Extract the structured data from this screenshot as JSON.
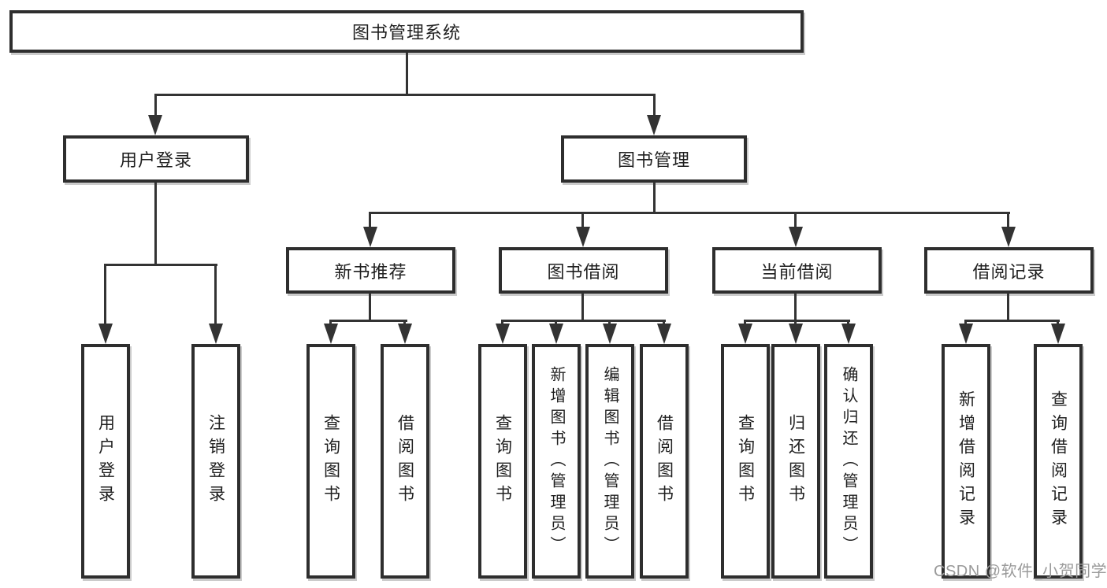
{
  "tree": {
    "root": "图书管理系统",
    "branches": [
      {
        "label": "用户登录",
        "children": [
          {
            "label": "用户登录"
          },
          {
            "label": "注销登录"
          }
        ]
      },
      {
        "label": "图书管理",
        "children": [
          {
            "label": "新书推荐",
            "children": [
              {
                "label": "查询图书"
              },
              {
                "label": "借阅图书"
              }
            ]
          },
          {
            "label": "图书借阅",
            "children": [
              {
                "label": "查询图书"
              },
              {
                "label": "新增图书（管理员）"
              },
              {
                "label": "编辑图书（管理员）"
              },
              {
                "label": "借阅图书"
              }
            ]
          },
          {
            "label": "当前借阅",
            "children": [
              {
                "label": "查询图书"
              },
              {
                "label": "归还图书"
              },
              {
                "label": "确认归还（管理员）"
              }
            ]
          },
          {
            "label": "借阅记录",
            "children": [
              {
                "label": "新增借阅记录"
              },
              {
                "label": "查询借阅记录"
              }
            ]
          }
        ]
      }
    ]
  },
  "watermark": "CSDN @软件_小贺同学",
  "colors": {
    "line": "#333333",
    "box_border": "#2e2e2e",
    "text": "#1f1f1f",
    "watermark": "#9a9a9a",
    "background": "#ffffff"
  }
}
